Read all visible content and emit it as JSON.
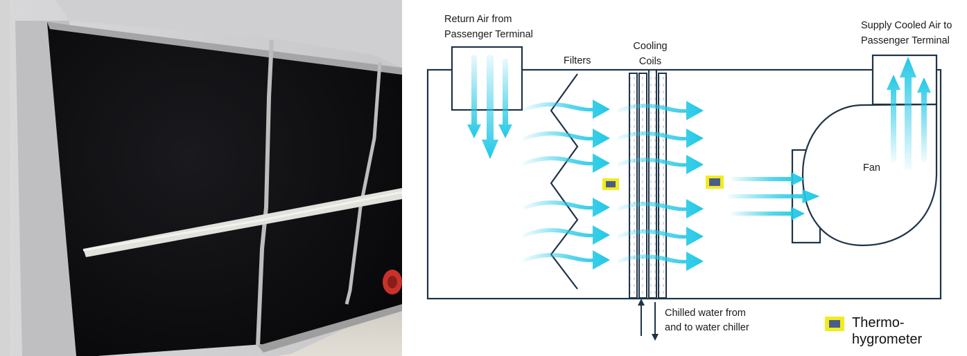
{
  "diagram": {
    "labels": {
      "return_air_line1": "Return Air from",
      "return_air_line2": "Passenger Terminal",
      "filters": "Filters",
      "cooling_coils_line1": "Cooling",
      "cooling_coils_line2": "Coils",
      "supply_air_line1": "Supply Cooled Air to",
      "supply_air_line2": "Passenger Terminal",
      "fan": "Fan",
      "chilled_water_line1": "Chilled water from",
      "chilled_water_line2": "and to water chiller"
    },
    "legend": {
      "label_line1": "Thermo-",
      "label_line2": "hygrometer",
      "sensor_fill": "#4a5d8a",
      "sensor_border": "#f2ec1e"
    },
    "colors": {
      "airflow": "#21c8e6",
      "outline": "#1e3347"
    }
  }
}
